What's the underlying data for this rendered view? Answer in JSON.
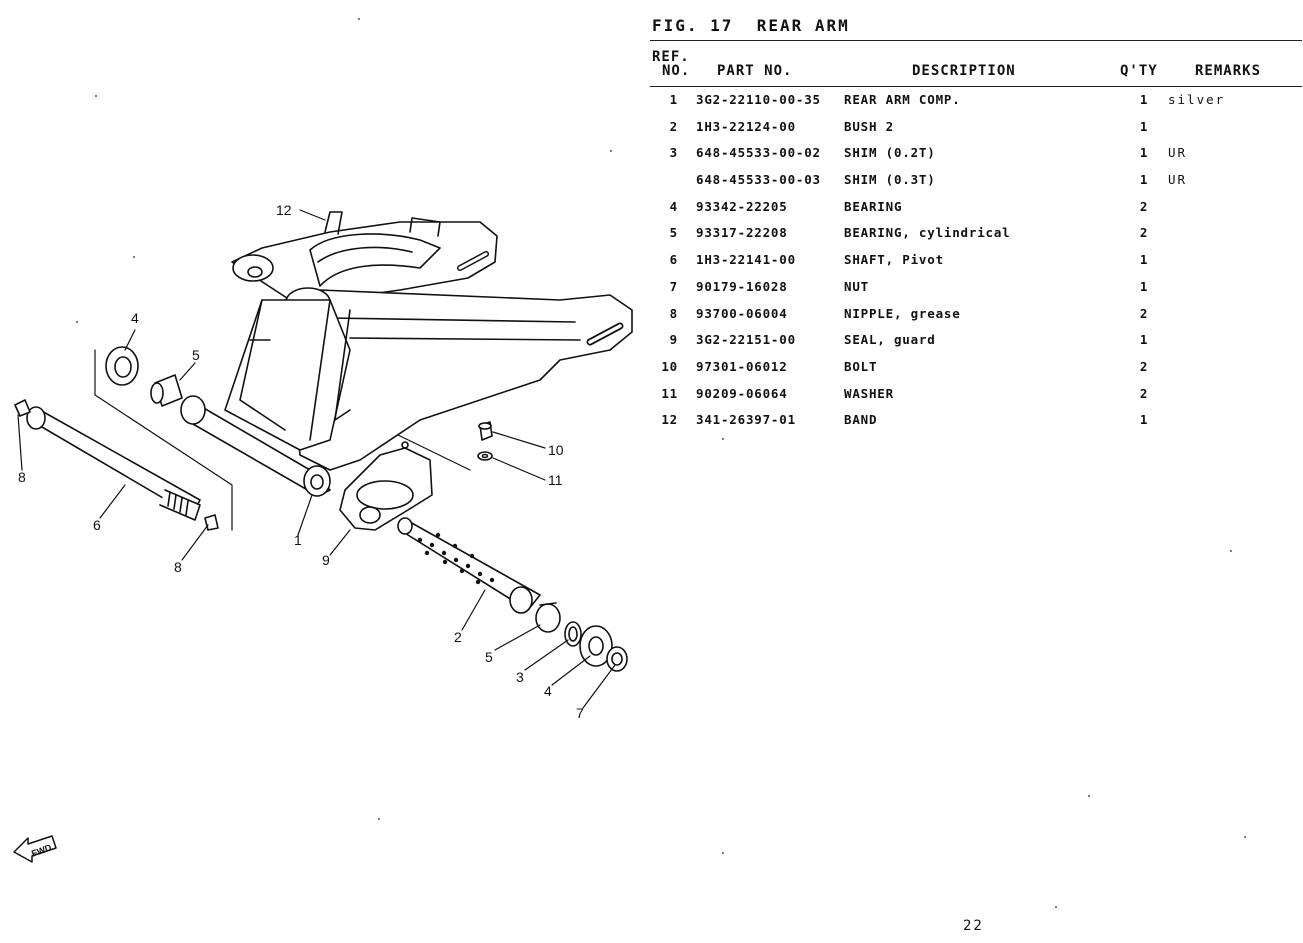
{
  "figure": {
    "title": "FIG. 17  REAR ARM"
  },
  "table": {
    "headers": {
      "ref_line1": "REF.",
      "ref_line2": "NO.",
      "part_no": "PART NO.",
      "description": "DESCRIPTION",
      "qty": "Q'TY",
      "remarks": "REMARKS"
    },
    "rows": [
      {
        "ref": "1",
        "part": "3G2-22110-00-35",
        "desc": "REAR ARM COMP.",
        "qty": "1",
        "rem": "silver"
      },
      {
        "ref": "2",
        "part": "1H3-22124-00",
        "desc": "BUSH 2",
        "qty": "1",
        "rem": ""
      },
      {
        "ref": "3",
        "part": "648-45533-00-02",
        "desc": "SHIM (0.2T)",
        "qty": "1",
        "rem": "UR"
      },
      {
        "ref": "",
        "part": "648-45533-00-03",
        "desc": "SHIM (0.3T)",
        "qty": "1",
        "rem": "UR"
      },
      {
        "ref": "4",
        "part": "93342-22205",
        "desc": "BEARING",
        "qty": "2",
        "rem": ""
      },
      {
        "ref": "5",
        "part": "93317-22208",
        "desc": "BEARING, cylindrical",
        "qty": "2",
        "rem": ""
      },
      {
        "ref": "6",
        "part": "1H3-22141-00",
        "desc": "SHAFT, Pivot",
        "qty": "1",
        "rem": ""
      },
      {
        "ref": "7",
        "part": "90179-16028",
        "desc": "NUT",
        "qty": "1",
        "rem": ""
      },
      {
        "ref": "8",
        "part": "93700-06004",
        "desc": "NIPPLE, grease",
        "qty": "2",
        "rem": ""
      },
      {
        "ref": "9",
        "part": "3G2-22151-00",
        "desc": "SEAL, guard",
        "qty": "1",
        "rem": ""
      },
      {
        "ref": "10",
        "part": "97301-06012",
        "desc": "BOLT",
        "qty": "2",
        "rem": ""
      },
      {
        "ref": "11",
        "part": "90209-06064",
        "desc": "WASHER",
        "qty": "2",
        "rem": ""
      },
      {
        "ref": "12",
        "part": "341-26397-01",
        "desc": "BAND",
        "qty": "1",
        "rem": ""
      }
    ]
  },
  "diagram": {
    "callouts": {
      "c1": "1",
      "c2": "2",
      "c3": "3",
      "c4a": "4",
      "c4b": "4",
      "c5a": "5",
      "c5b": "5",
      "c6": "6",
      "c7": "7",
      "c8a": "8",
      "c8b": "8",
      "c9": "9",
      "c10": "10",
      "c11": "11",
      "c12": "12"
    },
    "fwd_label": "FWD"
  },
  "page_number": "22"
}
